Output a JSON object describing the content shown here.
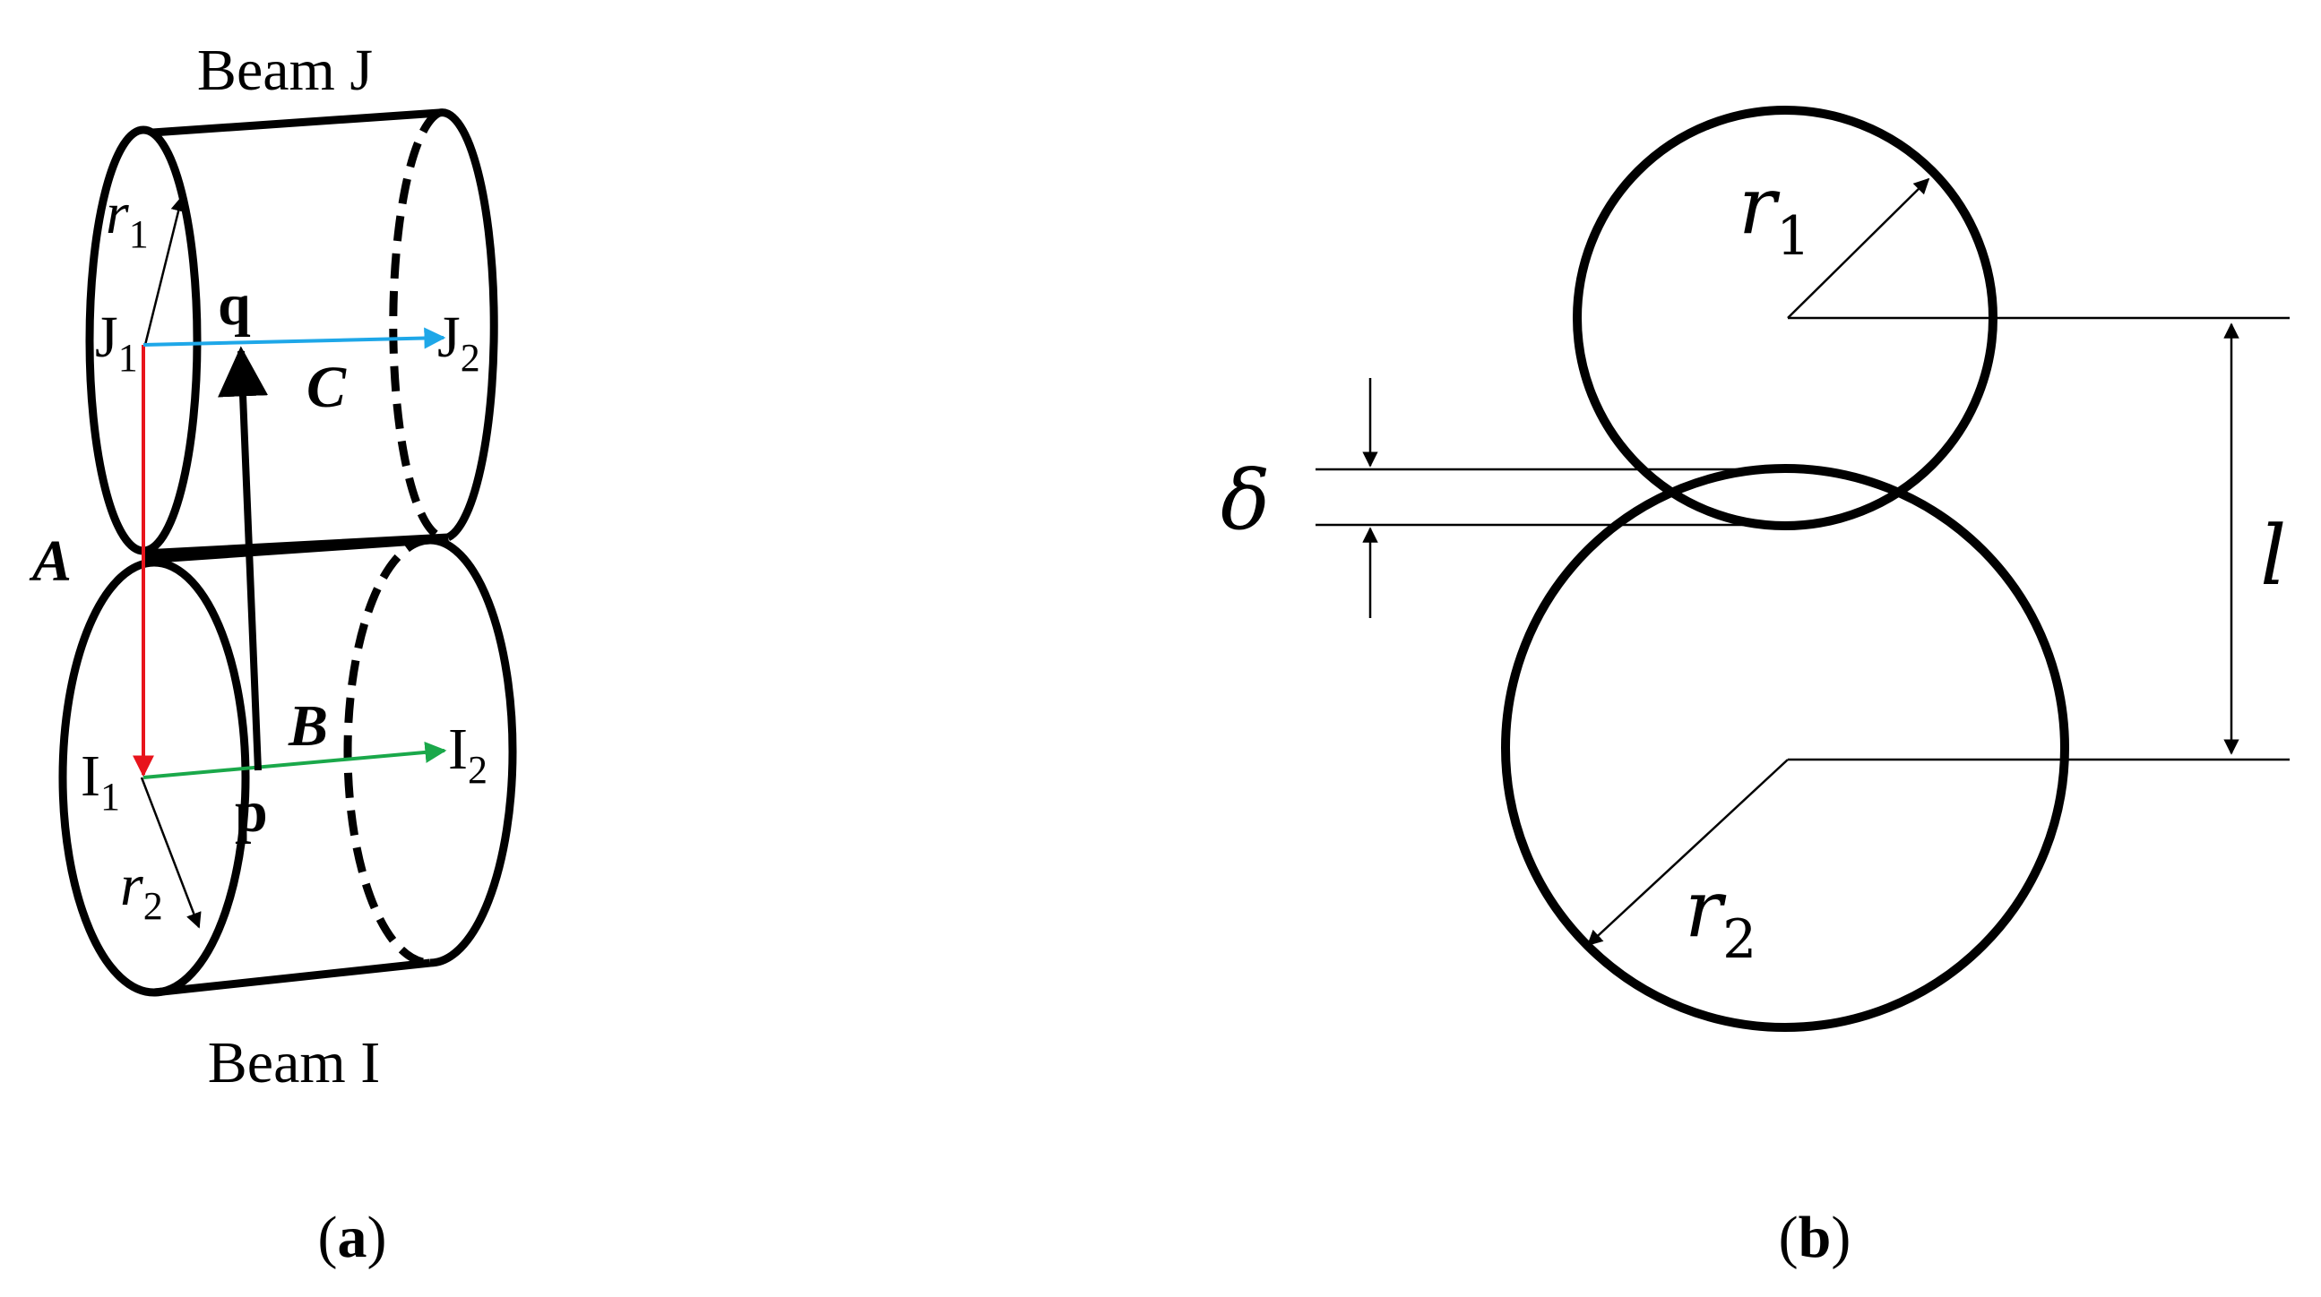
{
  "panel_a": {
    "beam_j_label": "Beam J",
    "beam_i_label": "Beam I",
    "j1": {
      "base": "J",
      "sub": "1"
    },
    "j2": {
      "base": "J",
      "sub": "2"
    },
    "i1": {
      "base": "I",
      "sub": "1"
    },
    "i2": {
      "base": "I",
      "sub": "2"
    },
    "r1": {
      "base": "r",
      "sub": "1"
    },
    "r2": {
      "base": "r",
      "sub": "2"
    },
    "q_label": "q",
    "p_label": "p",
    "a_label": "A",
    "b_label": "B",
    "c_label": "C",
    "caption": {
      "open": "(",
      "letter": "a",
      "close": ")"
    }
  },
  "panel_b": {
    "r1": {
      "base": "r",
      "sub": "1"
    },
    "r2": {
      "base": "r",
      "sub": "2"
    },
    "delta_label": "δ",
    "l_label": "l",
    "caption": {
      "open": "(",
      "letter": "b",
      "close": ")"
    }
  },
  "colors": {
    "vector_a": "#e8141c",
    "vector_b": "#1aa84a",
    "vector_c": "#1ea7e8",
    "ink": "#000000"
  }
}
